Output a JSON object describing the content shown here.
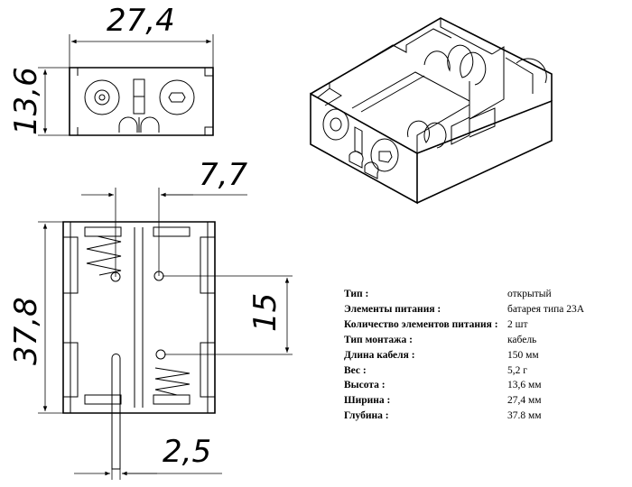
{
  "dimensions": {
    "width_top": "27,4",
    "height_top": "13,6",
    "offset": "7,7",
    "length": "37,8",
    "spacing": "15",
    "lead": "2,5"
  },
  "specs": [
    {
      "label": "Тип :",
      "value": "открытый"
    },
    {
      "label": "Элементы питания :",
      "value": "батарея типа 23А"
    },
    {
      "label": "Количество элементов питания :",
      "value": "2 шт"
    },
    {
      "label": "Тип монтажа :",
      "value": "кабель"
    },
    {
      "label": "Длина кабеля :",
      "value": "150 мм"
    },
    {
      "label": "Вес :",
      "value": "5,2 г"
    },
    {
      "label": "Высота :",
      "value": "13,6 мм"
    },
    {
      "label": "Ширина :",
      "value": "27,4 мм"
    },
    {
      "label": "Глубина :",
      "value": "37.8 мм"
    }
  ]
}
